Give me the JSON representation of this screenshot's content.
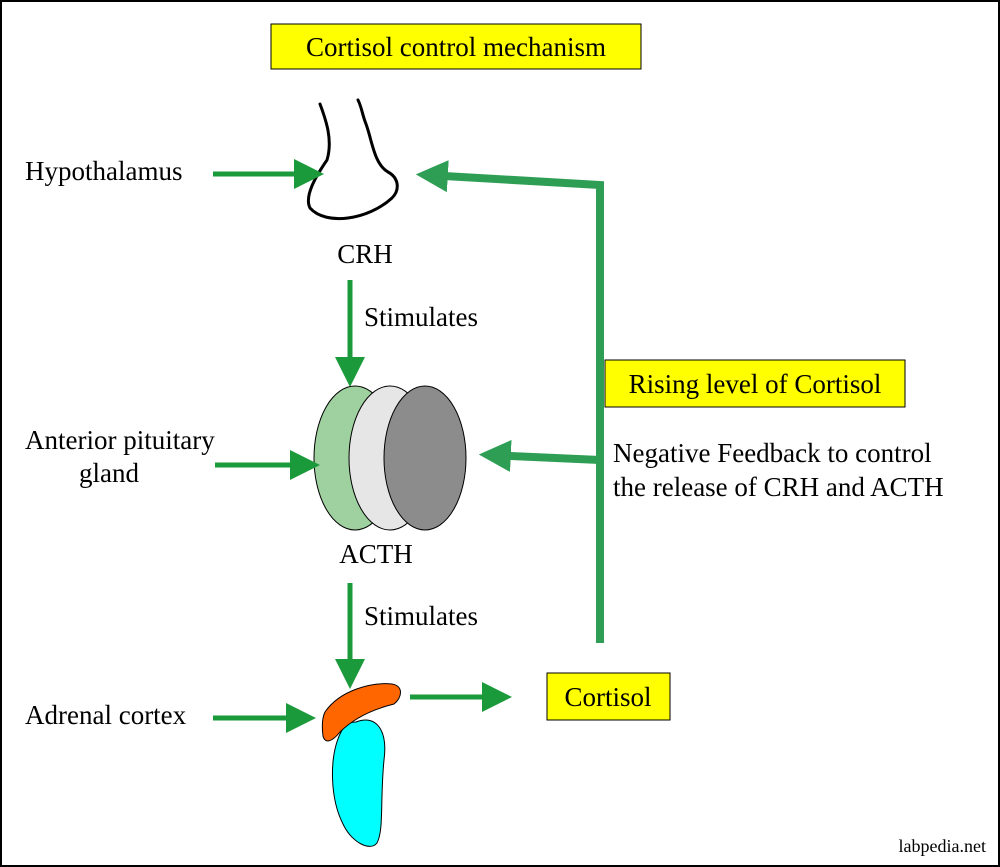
{
  "title": "Cortisol control mechanism",
  "labels": {
    "hypothalamus": "Hypothalamus",
    "crh": "CRH",
    "stimulates_1": "Stimulates",
    "anterior_pituitary_line1": "Anterior pituitary",
    "anterior_pituitary_line2": "gland",
    "acth": "ACTH",
    "stimulates_2": "Stimulates",
    "adrenal_cortex": "Adrenal cortex",
    "cortisol": "Cortisol",
    "rising_level": "Rising level of Cortisol",
    "negative_feedback_line1": "Negative Feedback to control",
    "negative_feedback_line2": "the release of CRH and ACTH",
    "watermark": "labpedia.net"
  },
  "colors": {
    "arrow_green": "#1a9a3a",
    "feedback_green": "#2e9e55",
    "highlight_yellow": "#ffff00",
    "pituitary_green": "#9fd09f",
    "pituitary_light": "#e6e6e6",
    "pituitary_dark": "#8c8c8c",
    "adrenal_orange": "#ff6600",
    "kidney_cyan": "#00ffff"
  }
}
